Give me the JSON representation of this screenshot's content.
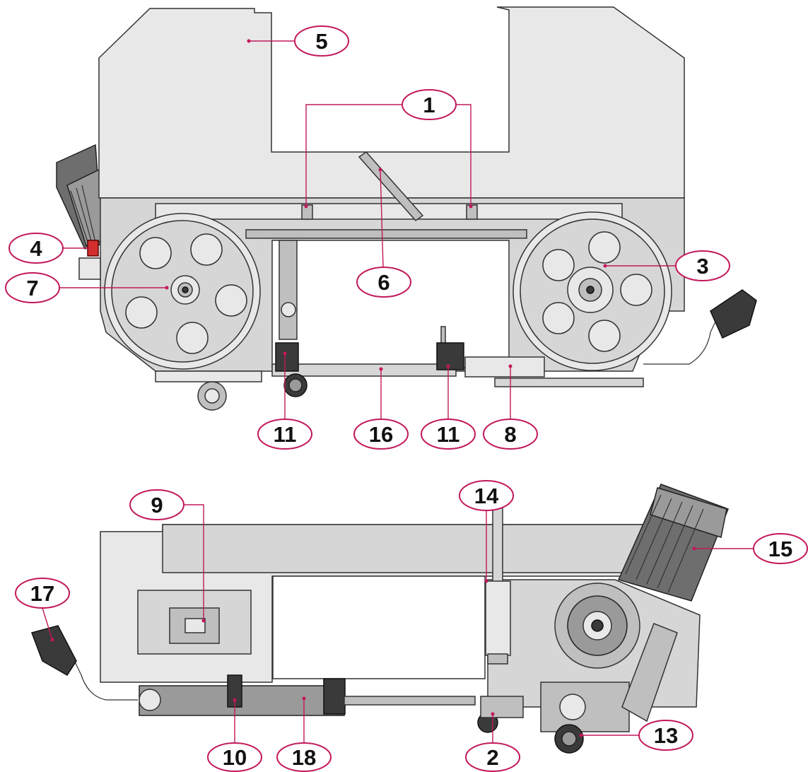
{
  "callouts": {
    "c1": "1",
    "c2": "2",
    "c3": "3",
    "c4": "4",
    "c5": "5",
    "c6": "6",
    "c7": "7",
    "c8": "8",
    "c9": "9",
    "c10": "10",
    "c11a": "11",
    "c11b": "11",
    "c13": "13",
    "c14": "14",
    "c15": "15",
    "c16": "16",
    "c17": "17",
    "c18": "18"
  },
  "colors": {
    "callout_accent": "#c2185b",
    "emergency_button": "#d32f2f",
    "housing": "#e8e8e8",
    "motor": "#555555"
  }
}
